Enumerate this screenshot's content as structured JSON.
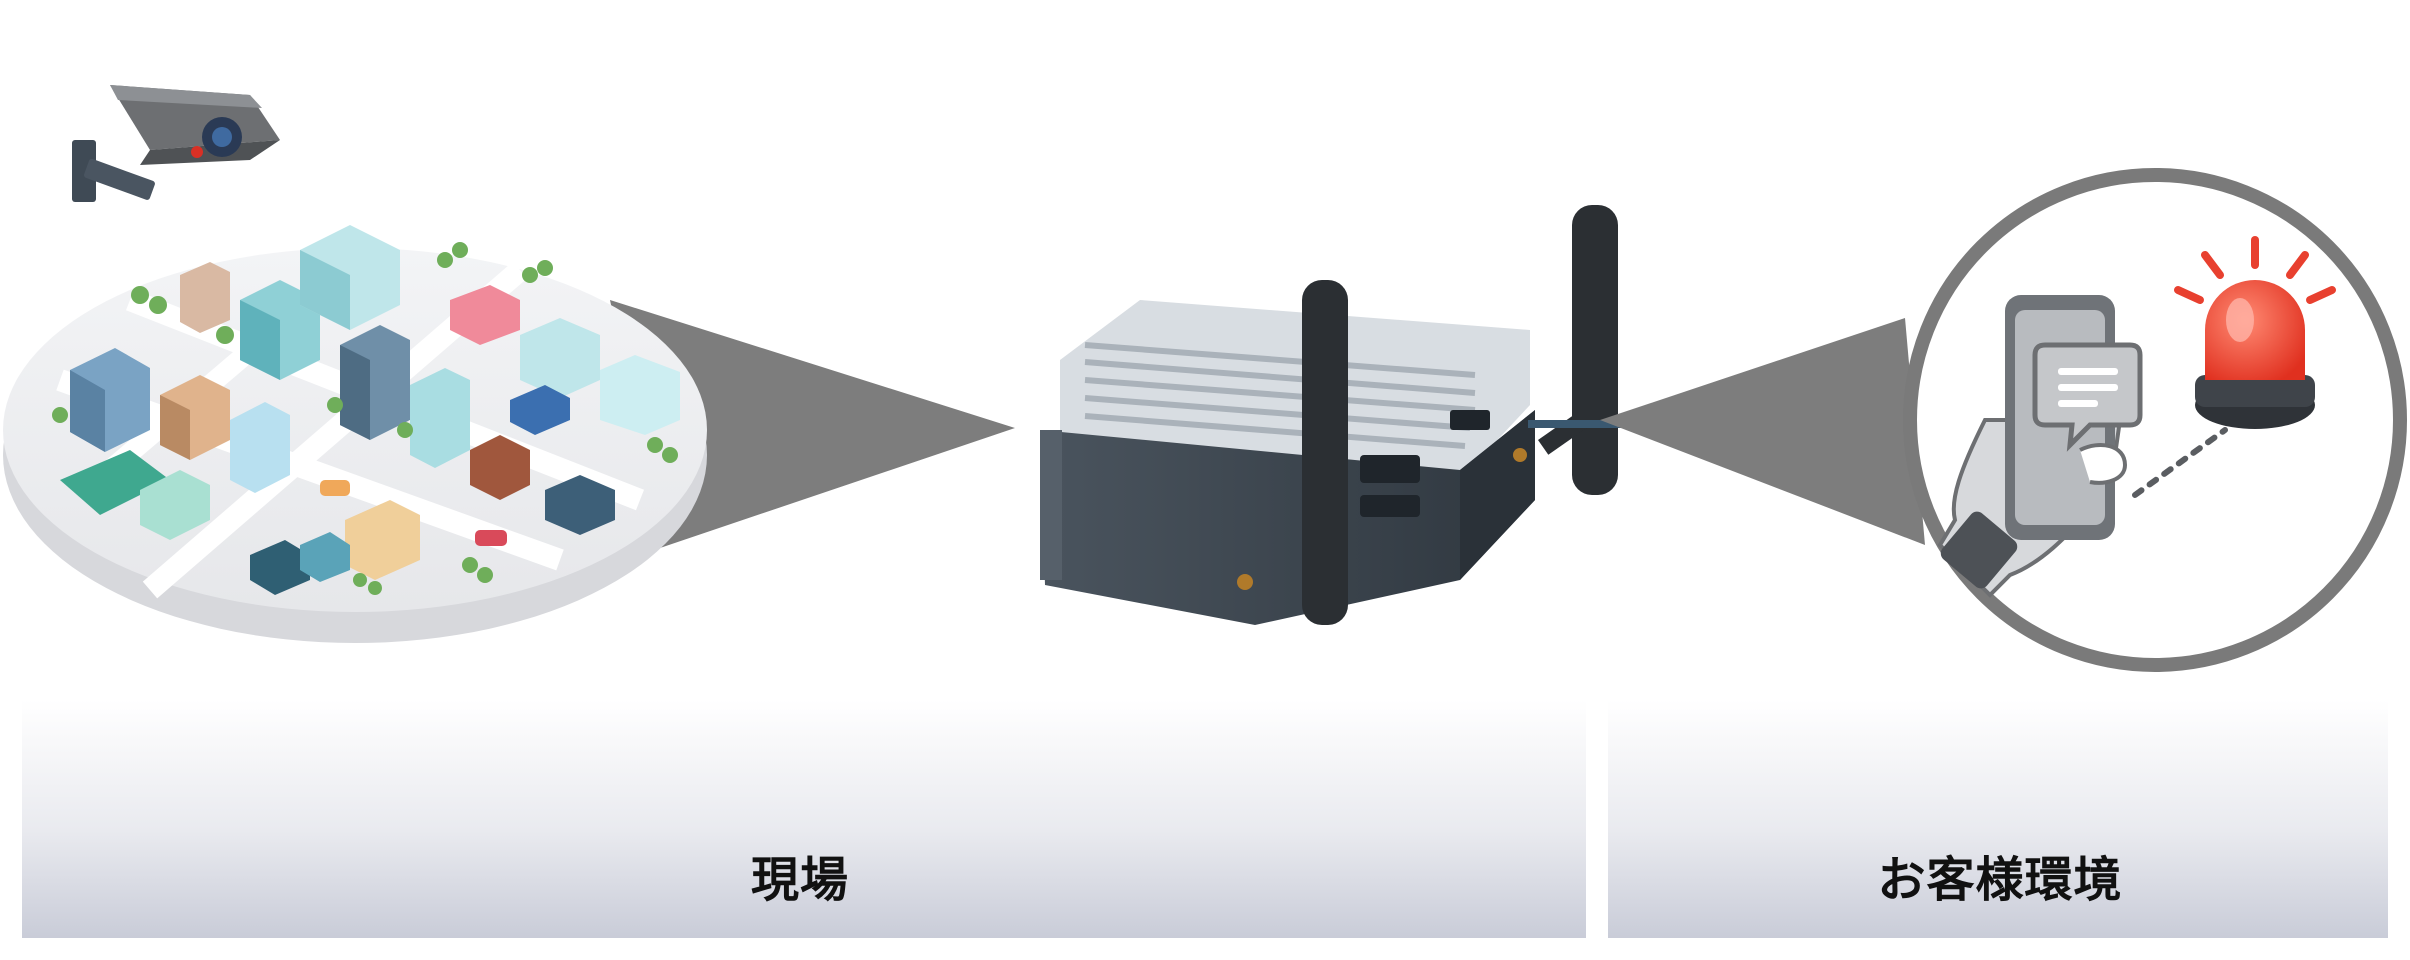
{
  "labels": {
    "site": "現場",
    "customer_environment": "お客様環境"
  },
  "icons": {
    "camera": "security-camera-icon",
    "city": "city-illustration",
    "gateway": "edge-gateway-device",
    "phone": "smartphone-notification-icon",
    "alarm": "alarm-beacon-icon"
  },
  "colors": {
    "alarm_red": "#e8402f",
    "device_dark": "#3a434c",
    "cone_gray": "#7d7d7d",
    "ring_gray": "#7a7a7a"
  }
}
